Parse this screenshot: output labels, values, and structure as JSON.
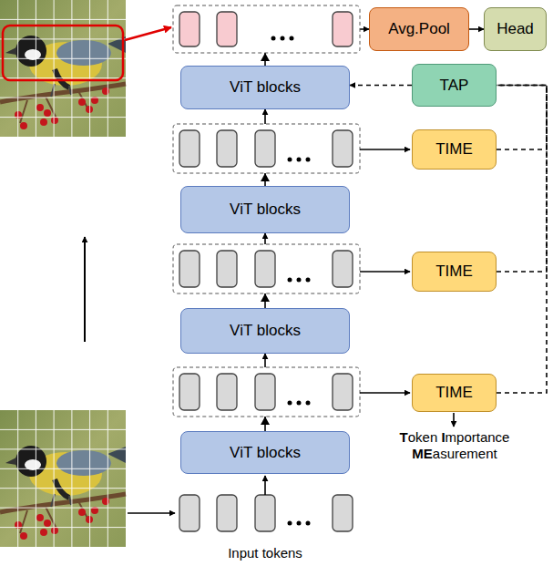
{
  "diagram": {
    "nodes": [
      {
        "text": [
          "Avg.Pool"
        ]
      },
      {
        "text": [
          "Head"
        ]
      },
      {
        "text": [
          "ViT blocks"
        ]
      },
      {
        "text": [
          "TAP"
        ]
      },
      {
        "text": [
          "TIME"
        ]
      },
      {
        "text": [
          "ViT blocks"
        ]
      },
      {
        "text": [
          "TIME"
        ]
      },
      {
        "text": [
          "ViT blocks"
        ]
      },
      {
        "text": [
          "TIME"
        ]
      },
      {
        "text": [
          "ViT blocks"
        ]
      }
    ],
    "edges": [
      {
        "from": 9,
        "to": 7,
        "arrow": "to"
      },
      {
        "from": 7,
        "to": 5,
        "arrow": "to"
      },
      {
        "from": 5,
        "to": 2,
        "arrow": "to"
      },
      {
        "from": 2,
        "to": 0,
        "arrow": "to"
      },
      {
        "from": 0,
        "to": 1,
        "arrow": "to"
      },
      {
        "from": 8,
        "to": 3,
        "arrow": "none"
      },
      {
        "from": 6,
        "to": 3,
        "arrow": "none"
      },
      {
        "from": 4,
        "to": 3,
        "arrow": "none"
      },
      {
        "from": 3,
        "to": 2,
        "arrow": "to"
      }
    ],
    "labels": [
      "Token Importance MEasurement",
      "Input tokens"
    ]
  }
}
